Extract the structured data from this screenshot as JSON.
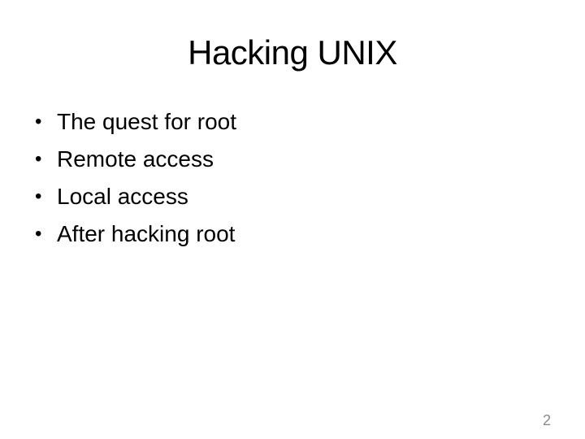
{
  "slide": {
    "title": "Hacking UNIX",
    "bullet_char": "•",
    "bullets": [
      "The quest for root",
      "Remote access",
      "Local access",
      "After hacking root"
    ],
    "page_number": "2",
    "colors": {
      "background": "#ffffff",
      "text": "#000000",
      "page_number": "#8a8a8a"
    }
  }
}
